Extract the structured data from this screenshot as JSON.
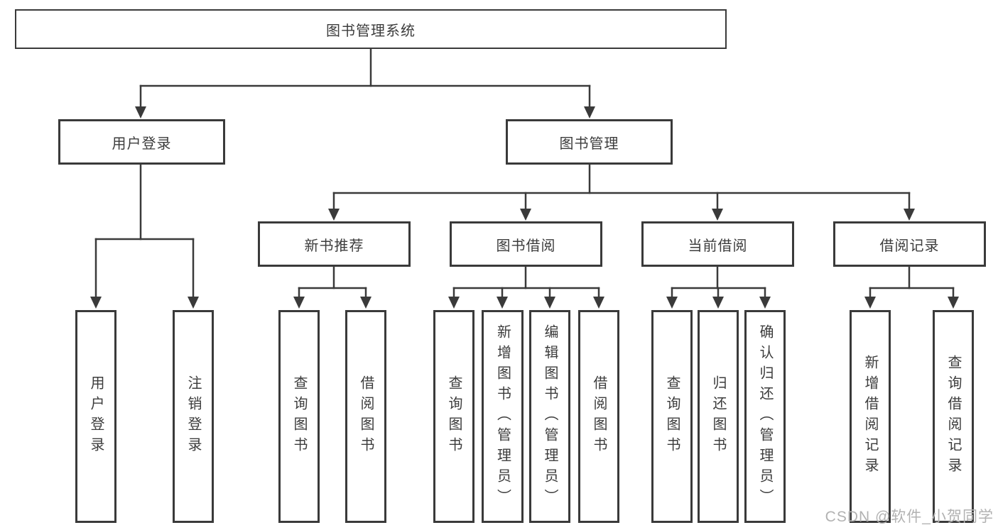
{
  "diagram": {
    "root": "图书管理系统",
    "children": [
      {
        "label": "用户登录",
        "children": [
          {
            "label": "用户登录"
          },
          {
            "label": "注销登录"
          }
        ]
      },
      {
        "label": "图书管理",
        "children": [
          {
            "label": "新书推荐",
            "children": [
              {
                "label": "查询图书"
              },
              {
                "label": "借阅图书"
              }
            ]
          },
          {
            "label": "图书借阅",
            "children": [
              {
                "label": "查询图书"
              },
              {
                "label": "新增图书（管理员）"
              },
              {
                "label": "编辑图书（管理员）"
              },
              {
                "label": "借阅图书"
              }
            ]
          },
          {
            "label": "当前借阅",
            "children": [
              {
                "label": "查询图书"
              },
              {
                "label": "归还图书"
              },
              {
                "label": "确认归还（管理员）"
              }
            ]
          },
          {
            "label": "借阅记录",
            "children": [
              {
                "label": "新增借阅记录"
              },
              {
                "label": "查询借阅记录"
              }
            ]
          }
        ]
      }
    ]
  },
  "watermark": "CSDN @软件_小贺同学",
  "colors": {
    "line": "#3a3a3a",
    "text": "#3c3c3c",
    "watermark": "#b2b2b2",
    "background": "#ffffff"
  }
}
